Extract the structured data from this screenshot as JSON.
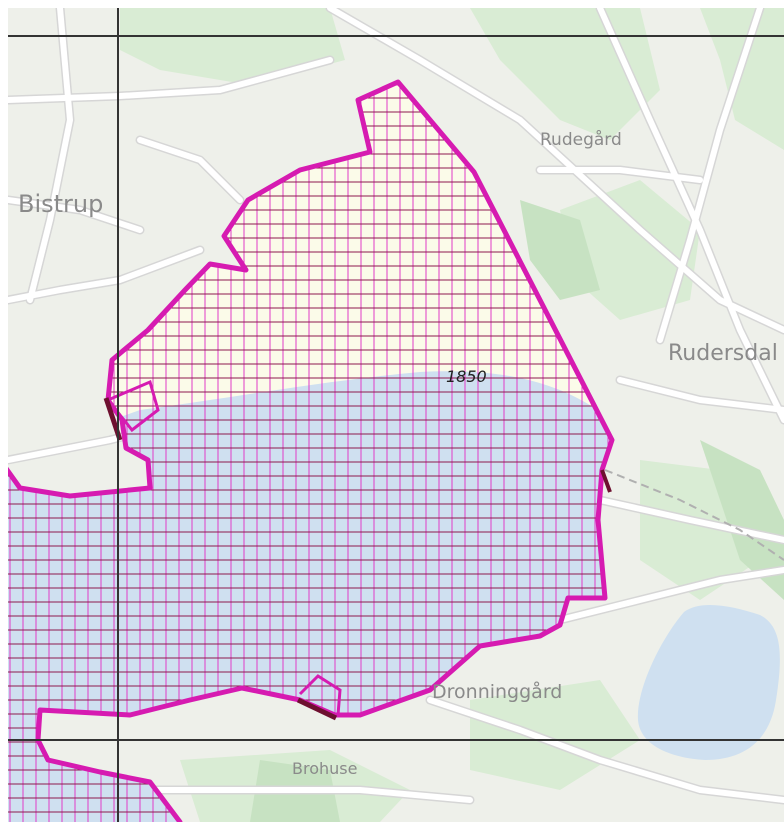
{
  "map": {
    "place_labels": {
      "bistrup": "Bistrup",
      "rudegard": "Rudegård",
      "rudersdal": "Rudersdal",
      "dronninggard": "Dronninggård",
      "brohuse": "Brohuse"
    },
    "feature_label": "1850",
    "colors": {
      "land": "#eef0ea",
      "green": "#d9ecd4",
      "green_dark": "#c7e2c2",
      "water": "#cfe0f0",
      "road": "#ffffff",
      "road_casing": "#d6d6d6",
      "zone_fill": "#fbfbe9",
      "zone_outline": "#d61bb1",
      "zone_hatch_horizontal": "#8c1a4e",
      "zone_hatch_vertical": "#e23bc8",
      "zone_dark_segment": "#6e1030",
      "grid_line": "#333333"
    }
  }
}
